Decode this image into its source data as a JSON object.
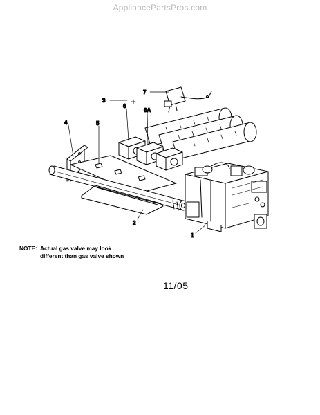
{
  "watermark": "AppliancePartsPros.com",
  "callouts": {
    "c1": "1",
    "c2": "2",
    "c3": "3",
    "c4": "4",
    "c5": "5",
    "c6": "6",
    "c6a": "6A",
    "c7": "7"
  },
  "note": {
    "label": "NOTE:",
    "line1": "Actual gas valve may look",
    "line2": "different than gas valve shown"
  },
  "date_code": "11/05"
}
